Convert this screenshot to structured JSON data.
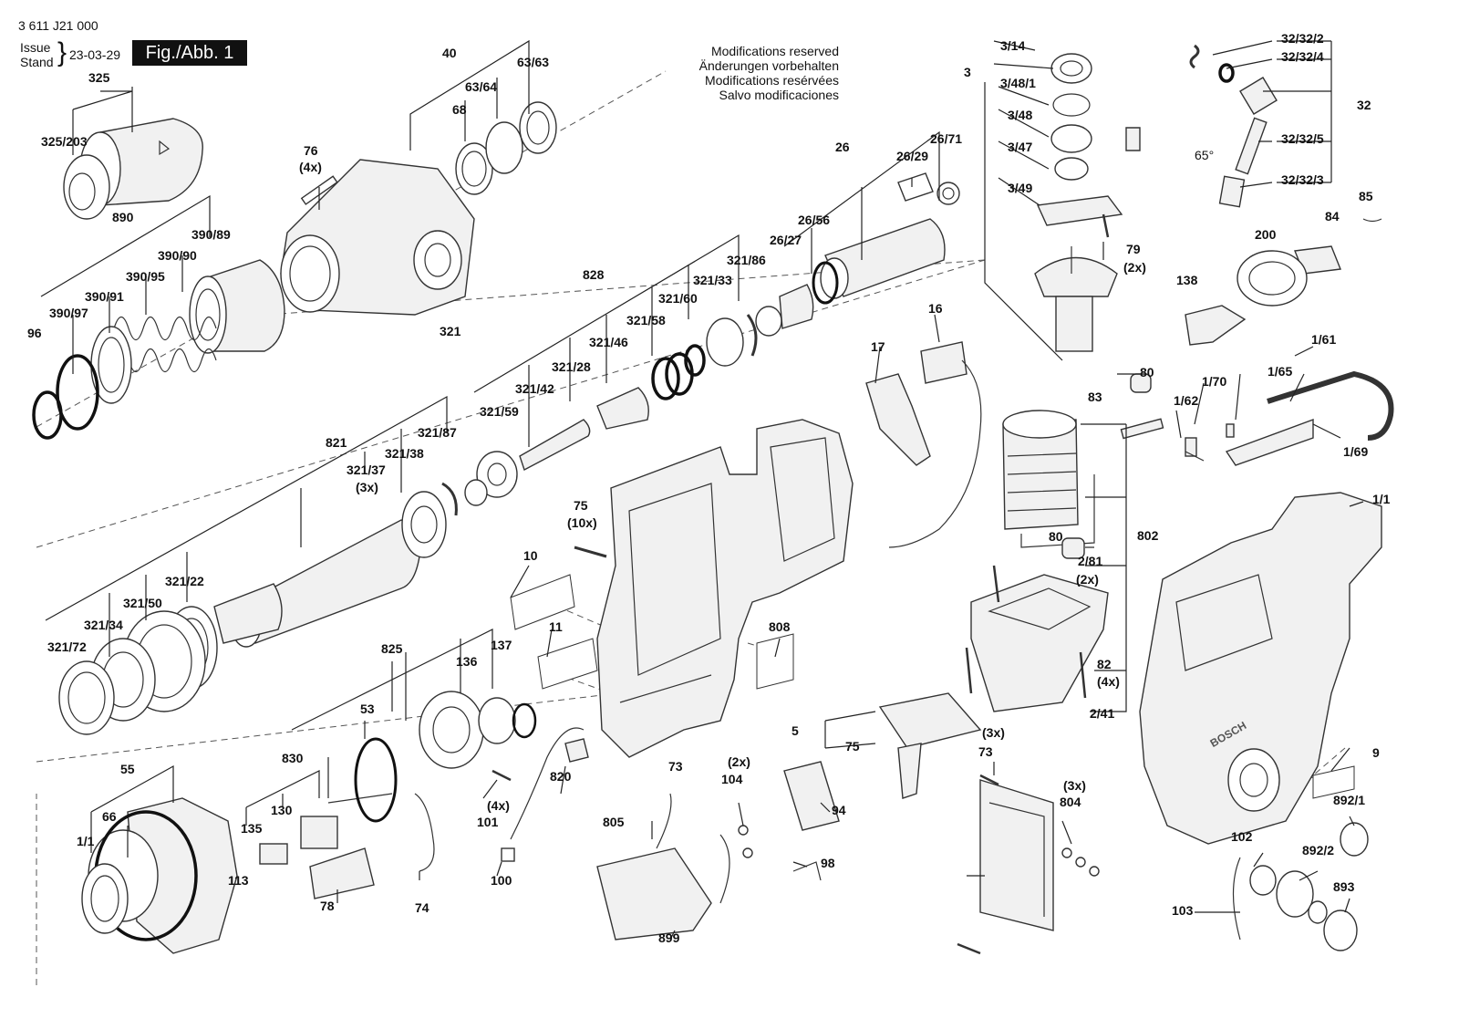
{
  "header": {
    "doc_number": "3 611 J21 000",
    "issue_label_1": "Issue",
    "issue_label_2": "Stand",
    "issue_date": "23-03-29",
    "figure_label": "Fig./Abb. 1"
  },
  "notice": {
    "line1": "Modifications reserved",
    "line2": "Änderungen vorbehalten",
    "line3": "Modifications resérvées",
    "line4": "Salvo modificaciones"
  },
  "angle_label": "65°",
  "brand_mark": "BOSCH",
  "callouts": [
    "3/14",
    "3/48/1",
    "3/48",
    "3/47",
    "3/49",
    "3",
    "79",
    "(2x)",
    "32/32/2",
    "32/32/4",
    "32",
    "32/32/5",
    "32/32/3",
    "85",
    "84",
    "200",
    "138",
    "80",
    "1/61",
    "1/65",
    "1/70",
    "1/62",
    "1/69",
    "83",
    "802",
    "80",
    "2/81",
    "(2x)",
    "82",
    "(4x)",
    "2/41",
    "1/1",
    "9",
    "892/1",
    "892/2",
    "893",
    "102",
    "103",
    "16",
    "17",
    "40",
    "63/63",
    "63/64",
    "68",
    "325",
    "325/203",
    "76",
    "(4x)",
    "890",
    "390/89",
    "390/90",
    "390/95",
    "390/91",
    "390/97",
    "96",
    "26",
    "26/29",
    "26/71",
    "26/56",
    "26/27",
    "828",
    "321/86",
    "321/33",
    "321/60",
    "321/58",
    "321/46",
    "321/28",
    "321/42",
    "321/59",
    "321",
    "821",
    "321/87",
    "321/38",
    "321/37",
    "(3x)",
    "321/22",
    "321/50",
    "321/34",
    "321/72",
    "75",
    "(10x)",
    "10",
    "11",
    "808",
    "825",
    "53",
    "136",
    "137",
    "830",
    "130",
    "135",
    "113",
    "78",
    "74",
    "(4x)",
    "101",
    "100",
    "820",
    "55",
    "66",
    "1/1",
    "73",
    "(2x)",
    "104",
    "94",
    "98",
    "805",
    "899",
    "5",
    "75",
    "(3x)",
    "73",
    "(3x)",
    "804"
  ]
}
